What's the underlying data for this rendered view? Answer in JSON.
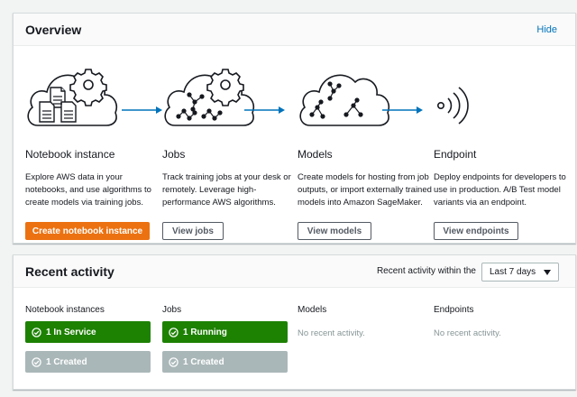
{
  "overview": {
    "title": "Overview",
    "hide_label": "Hide",
    "steps": [
      {
        "title": "Notebook instance",
        "description": "Explore AWS data in your notebooks, and use algorithms to create models via training jobs.",
        "button": "Create notebook instance",
        "icon": "notebook-cloud-icon"
      },
      {
        "title": "Jobs",
        "description": "Track training jobs at your desk or remotely. Leverage high-performance AWS algorithms.",
        "button": "View jobs",
        "icon": "jobs-cloud-icon"
      },
      {
        "title": "Models",
        "description": "Create models for hosting from job outputs, or import externally trained models into Amazon SageMaker.",
        "button": "View models",
        "icon": "models-cloud-icon"
      },
      {
        "title": "Endpoint",
        "description": "Deploy endpoints for developers to use in production. A/B Test model variants via an endpoint.",
        "button": "View endpoints",
        "icon": "endpoint-signal-icon"
      }
    ]
  },
  "recent": {
    "title": "Recent activity",
    "range_label": "Recent activity within the",
    "range_value": "Last 7 days",
    "columns": [
      {
        "title": "Notebook instances",
        "in_service": "1 In Service",
        "created": "1 Created"
      },
      {
        "title": "Jobs",
        "running": "1 Running",
        "created": "1 Created"
      },
      {
        "title": "Models",
        "empty": "No recent activity."
      },
      {
        "title": "Endpoints",
        "empty": "No recent activity."
      }
    ]
  },
  "colors": {
    "primary_button": "#ec7211",
    "link": "#0073bb",
    "arrow": "#0073bb",
    "status_green": "#1d8102",
    "status_grey": "#aab7b8"
  }
}
